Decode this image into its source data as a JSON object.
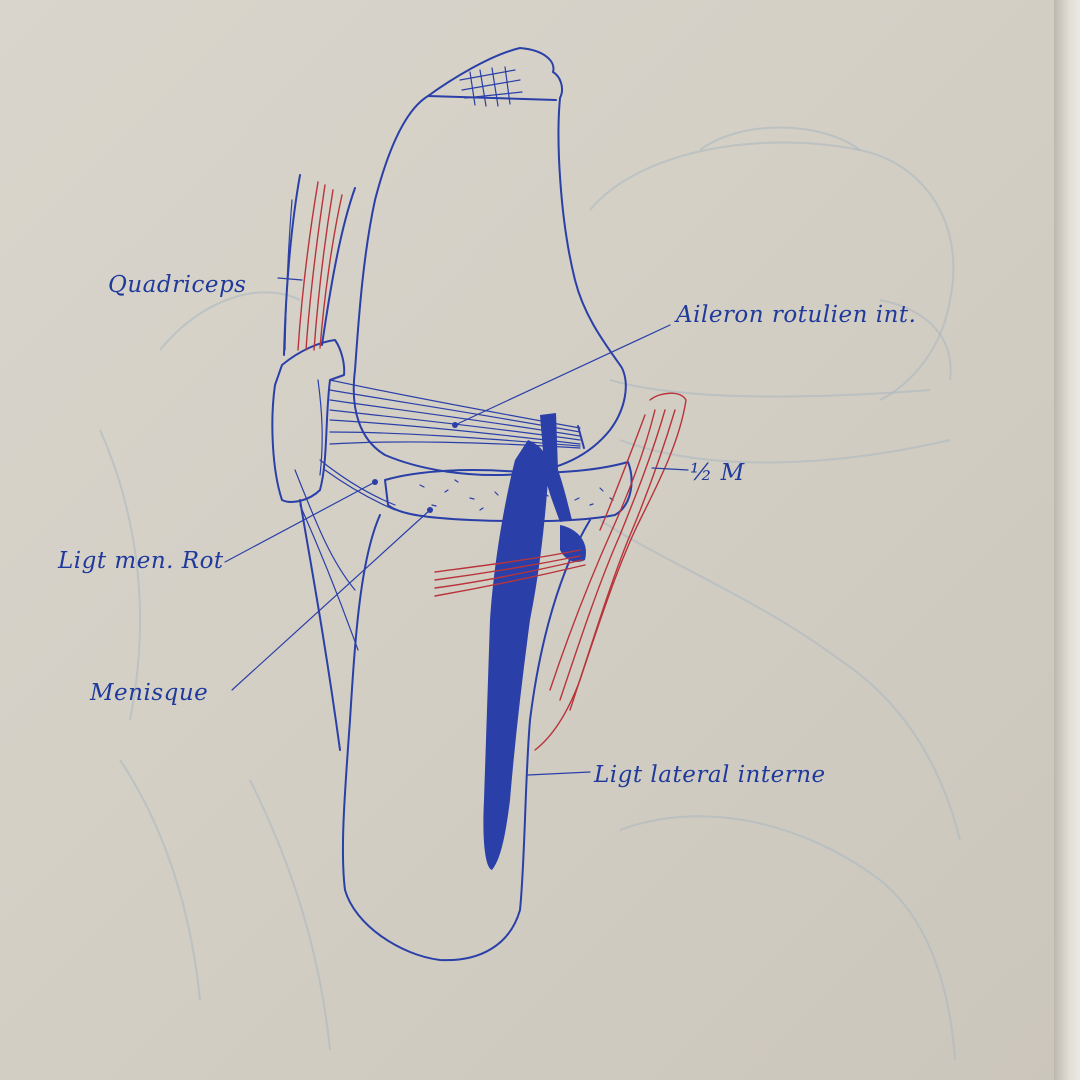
{
  "labels": {
    "quadriceps": "Quadriceps",
    "aileron": "Aileron rotulien int.",
    "half_m": "½ M",
    "ligt_men_rot": "Ligt men. Rot",
    "menisque": "Menisque",
    "ligt_lateral": "Ligt lateral interne"
  },
  "colors": {
    "ink_blue": "#2a3fa8",
    "ink_red": "#b8343a",
    "paper": "#d6d2c9"
  }
}
